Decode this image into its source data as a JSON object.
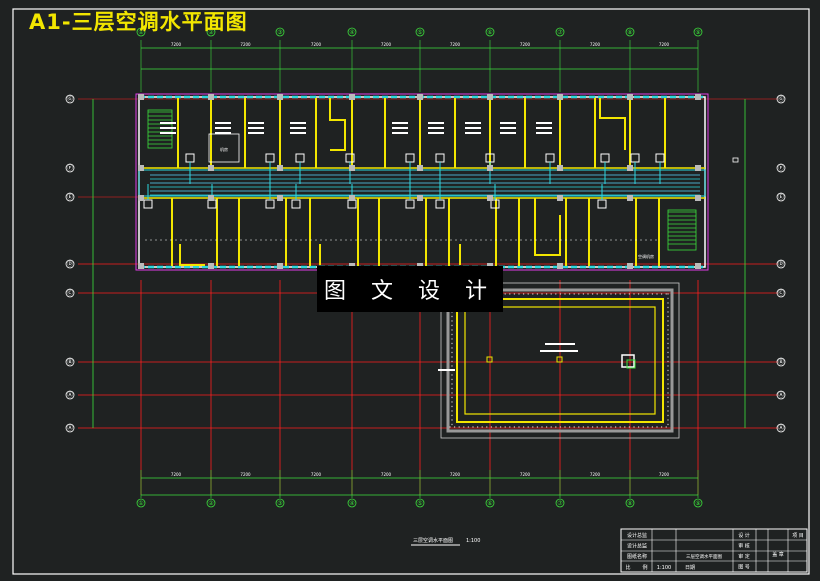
{
  "title": "A1-三层空调水平面图",
  "watermark": "图 文 设 计",
  "drawing": {
    "column_axes": [
      "①",
      "②",
      "③",
      "④",
      "⑤",
      "⑥",
      "⑦",
      "⑧",
      "⑨"
    ],
    "row_axes": [
      "Ⓖ",
      "Ⓕ",
      "Ⓔ",
      "Ⓓ",
      "Ⓒ",
      "Ⓑ",
      "Ⓐ",
      "Ⓐ"
    ],
    "caption": "三层空调水平面图",
    "caption_scale": "1:100"
  },
  "title_block": {
    "left_rows": [
      "设计总监",
      "设计总监",
      "图纸名称"
    ],
    "left_scale_label": "比",
    "left_scale_label2": "例",
    "scale_value": "1:100",
    "date_label": "日期",
    "drawing_name": "三层空调水平面图",
    "right_rows": [
      "设 计",
      "审 核",
      "审 定",
      "图 号"
    ],
    "project_label": "项 目",
    "seal_text": "盖 章"
  },
  "colors": {
    "background": "#1f2222",
    "frame": "#ffffff",
    "red_grid": "#ff1f1f",
    "wall_yellow": "#f2e600",
    "pipe_cyan": "#2bd8e0",
    "dim_green": "#3ce03c",
    "magenta": "#e23ce8"
  }
}
